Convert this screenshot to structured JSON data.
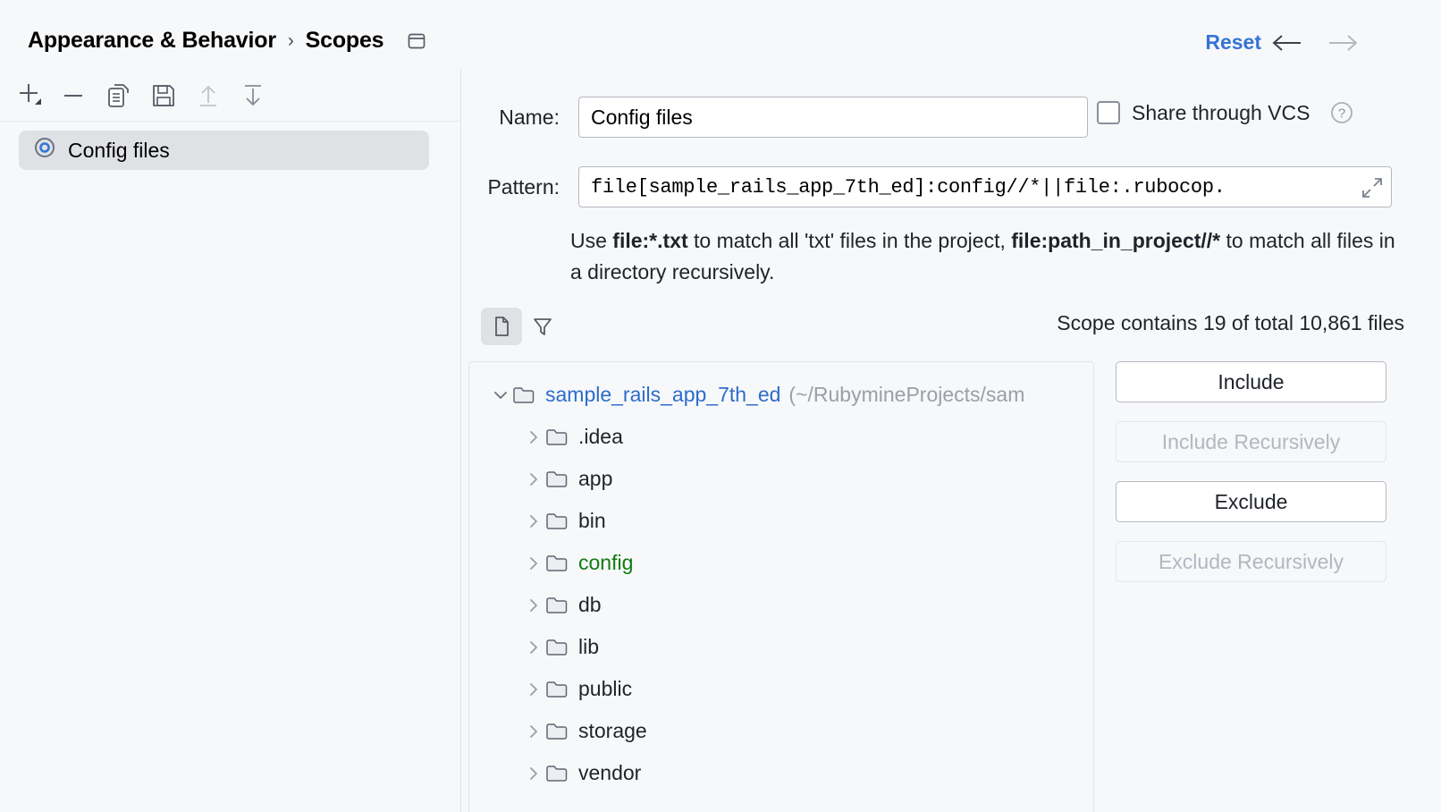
{
  "header": {
    "breadcrumb": [
      "Appearance & Behavior",
      "Scopes"
    ],
    "separator": "›",
    "panel_icon": "window-panel-icon",
    "reset_label": "Reset",
    "back_icon": "arrow-left-icon",
    "forward_icon": "arrow-right-icon",
    "accent_color": "#3574d6"
  },
  "left_pane": {
    "toolbar": [
      {
        "name": "add-scope-button",
        "icon": "plus-dropdown-icon",
        "enabled": true
      },
      {
        "name": "remove-scope-button",
        "icon": "minus-icon",
        "enabled": true
      },
      {
        "name": "duplicate-scope-button",
        "icon": "copy-icon",
        "enabled": true
      },
      {
        "name": "save-scope-button",
        "icon": "save-floppy-icon",
        "enabled": true
      },
      {
        "name": "move-up-button",
        "icon": "move-up-icon",
        "enabled": false
      },
      {
        "name": "move-down-button",
        "icon": "move-down-icon",
        "enabled": true
      }
    ],
    "scopes": [
      {
        "label": "Config files",
        "icon": "scope-target-icon",
        "selected": true
      }
    ]
  },
  "form": {
    "name_label": "Name:",
    "name_value": "Config files",
    "name_placeholder": "",
    "share_vcs_label": "Share through VCS",
    "share_vcs_checked": false,
    "help_icon": "question-mark-icon",
    "pattern_label": "Pattern:",
    "pattern_value": "file[sample_rails_app_7th_ed]:config//*||file:.rubocop.",
    "pattern_placeholder": "",
    "expand_icon": "expand-diagonal-icon",
    "hint": {
      "p1": "Use ",
      "b1": "file:*.txt",
      "p2": " to match all 'txt' files in the project, ",
      "b2": "file:path_in_project//*",
      "p3": " to match all files in a directory recursively."
    }
  },
  "tree_toolbar": {
    "buttons": [
      {
        "name": "show-files-toggle",
        "icon": "file-page-icon",
        "active": true
      },
      {
        "name": "filter-button",
        "icon": "filter-funnel-icon",
        "active": false
      }
    ],
    "status": "Scope contains 19 of total 10,861 files"
  },
  "tree": {
    "nodes": [
      {
        "label": "sample_rails_app_7th_ed",
        "path": "(~/RubymineProjects/sam",
        "depth": 0,
        "expanded": true,
        "color": "c-blue",
        "icon": "folder-icon"
      },
      {
        "label": ".idea",
        "path": "",
        "depth": 1,
        "expanded": false,
        "color": "c-dark",
        "icon": "folder-icon"
      },
      {
        "label": "app",
        "path": "",
        "depth": 1,
        "expanded": false,
        "color": "c-dark",
        "icon": "folder-icon"
      },
      {
        "label": "bin",
        "path": "",
        "depth": 1,
        "expanded": false,
        "color": "c-dark",
        "icon": "folder-icon"
      },
      {
        "label": "config",
        "path": "",
        "depth": 1,
        "expanded": false,
        "color": "c-green",
        "icon": "folder-icon"
      },
      {
        "label": "db",
        "path": "",
        "depth": 1,
        "expanded": false,
        "color": "c-dark",
        "icon": "folder-icon"
      },
      {
        "label": "lib",
        "path": "",
        "depth": 1,
        "expanded": false,
        "color": "c-dark",
        "icon": "folder-icon"
      },
      {
        "label": "public",
        "path": "",
        "depth": 1,
        "expanded": false,
        "color": "c-dark",
        "icon": "folder-icon"
      },
      {
        "label": "storage",
        "path": "",
        "depth": 1,
        "expanded": false,
        "color": "c-dark",
        "icon": "folder-icon"
      },
      {
        "label": "vendor",
        "path": "",
        "depth": 1,
        "expanded": false,
        "color": "c-dark",
        "icon": "folder-icon"
      }
    ],
    "include_color": "#117a11",
    "partial_color": "#2d6ccc"
  },
  "side_buttons": [
    {
      "label": "Include",
      "name": "include-button",
      "enabled": true
    },
    {
      "label": "Include Recursively",
      "name": "include-recursively-button",
      "enabled": false
    },
    {
      "label": "Exclude",
      "name": "exclude-button",
      "enabled": true
    },
    {
      "label": "Exclude Recursively",
      "name": "exclude-recursively-button",
      "enabled": false
    }
  ]
}
